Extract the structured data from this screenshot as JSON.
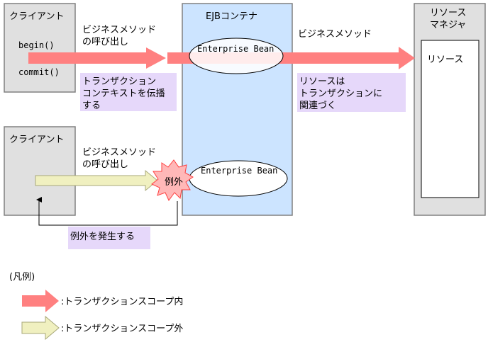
{
  "client1": {
    "title": "クライアント",
    "begin": "begin()",
    "commit": "commit()"
  },
  "client2": {
    "title": "クライアント"
  },
  "container": {
    "title": "EJBコンテナ",
    "bean1": "Enterprise Bean",
    "bean2": "Enterprise Bean"
  },
  "resource_manager": {
    "title_line1": "リソース",
    "title_line2": "マネジャ",
    "resource": "リソース"
  },
  "labels": {
    "call1_line1": "ビジネスメソッド",
    "call1_line2": "の呼び出し",
    "call_right": "ビジネスメソッド",
    "propagate_line1": "トランザクション",
    "propagate_line2": "コンテキストを伝播",
    "propagate_line3": "する",
    "assoc_line1": "リソースは",
    "assoc_line2": "トランザクションに",
    "assoc_line3": "関連づく",
    "call2_line1": "ビジネスメソッド",
    "call2_line2": "の呼び出し",
    "exception": "例外",
    "raise_exception": "例外を発生する"
  },
  "legend": {
    "heading": "(凡例)",
    "inside": ":トランザクションスコープ内",
    "outside": ":トランザクションスコープ外"
  },
  "colors": {
    "box_gray": "#e0e0e0",
    "container_blue": "#cce4ff",
    "arrow_inside": "#ff8080",
    "arrow_outside": "#f0f0c0",
    "note_purple": "#e6d8fa",
    "exception_burst": "#ffb8b8"
  }
}
